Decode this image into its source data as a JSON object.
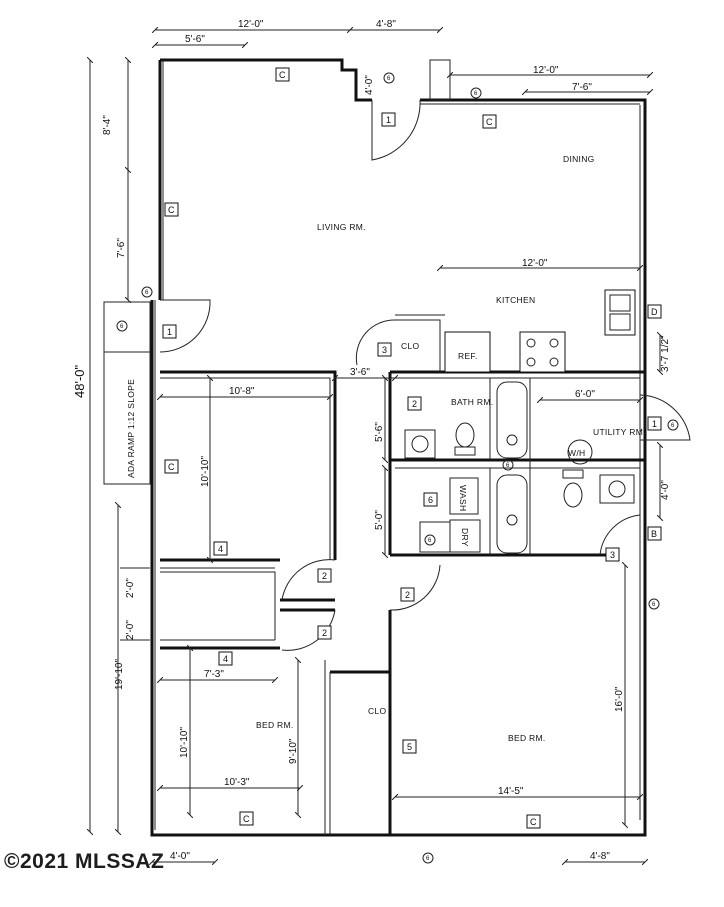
{
  "rooms": {
    "living": "LIVING RM.",
    "dining": "DINING",
    "kitchen": "KITCHEN",
    "bath": "BATH RM.",
    "utility": "UTILITY RM.",
    "bed_left": "BED RM.",
    "bed_right": "BED RM.",
    "closet_top": "CLO",
    "closet_bottom": "CLO"
  },
  "fixtures": {
    "refrigerator": "REF.",
    "washer": "WASH",
    "dryer": "DRY",
    "water_heater": "W/H"
  },
  "dimensions": {
    "top_12_0": "12'-0\"",
    "top_5_6": "5'-6\"",
    "top_4_8": "4'-8\"",
    "top_4_0": "4'-0\"",
    "right_12_0": "12'-0\"",
    "right_7_6": "7'-6\"",
    "left_8_4": "8'-4\"",
    "left_7_6": "7'-6\"",
    "overall_48_0": "48'-0\"",
    "kitchen_12_0": "12'-0\"",
    "right_3_7": "3'-7 1/2\"",
    "hall_3_6": "3'-6\"",
    "bed_10_8": "10'-8\"",
    "bed_10_10_a": "10'-10\"",
    "bath_5_6": "5'-6\"",
    "util_6_0": "6'-0\"",
    "util_4_0": "4'-0\"",
    "closet_5_0": "5'-0\"",
    "step_2_0_a": "2'-0\"",
    "step_2_0_b": "2'-0\"",
    "left_19_10": "19'-10\"",
    "bed_7_3": "7'-3\"",
    "bed_10_10_b": "10'-10\"",
    "bed_9_10": "9'-10\"",
    "bed_10_3": "10'-3\"",
    "bed_16_0": "16'-0\"",
    "bed_14_5": "14'-5\"",
    "bottom_4_0": "4'-0\"",
    "bottom_4_8": "4'-8\""
  },
  "ramp_label": "ADA RAMP 1:12 SLOPE",
  "tags": {
    "c": "C",
    "d": "D",
    "b": "B",
    "n1": "1",
    "n2": "2",
    "n3": "3",
    "n4": "4",
    "n5": "5",
    "n6": "6",
    "circle": "6"
  },
  "watermark": "©2021 MLSSAZ"
}
